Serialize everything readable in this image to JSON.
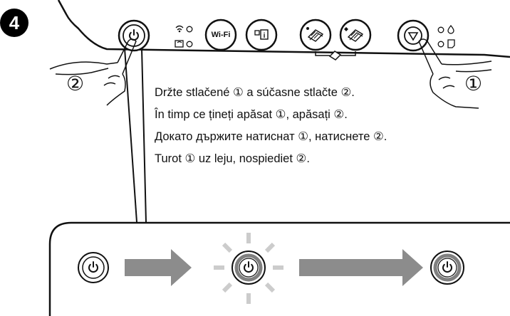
{
  "step": {
    "number": "4"
  },
  "panel": {
    "wifi_label": "Wi-Fi",
    "callout_left": "②",
    "callout_right": "①"
  },
  "instructions": [
    "Držte stlačené ① a súčasne stlačte ②.",
    "În timp ce țineți apăsat ①, apăsați ②.",
    "Докато държите натиснат ①, натиснете ②.",
    "Turot ① uz leju, nospiediet ②."
  ],
  "sequence": {
    "states": [
      "power-off",
      "power-flashing",
      "power-on"
    ]
  },
  "icons": [
    "power-icon",
    "wifi-icon",
    "wifi-direct-icon",
    "network-status-icon",
    "copy-bw-icon",
    "copy-color-icon",
    "stop-icon",
    "ink-icon",
    "paper-icon",
    "hand-icon",
    "arrow-icon"
  ],
  "colors": {
    "ink": "#111111",
    "arrow": "#8c8c8c",
    "light_ray": "#cccccc",
    "ring_active": "#808080"
  }
}
